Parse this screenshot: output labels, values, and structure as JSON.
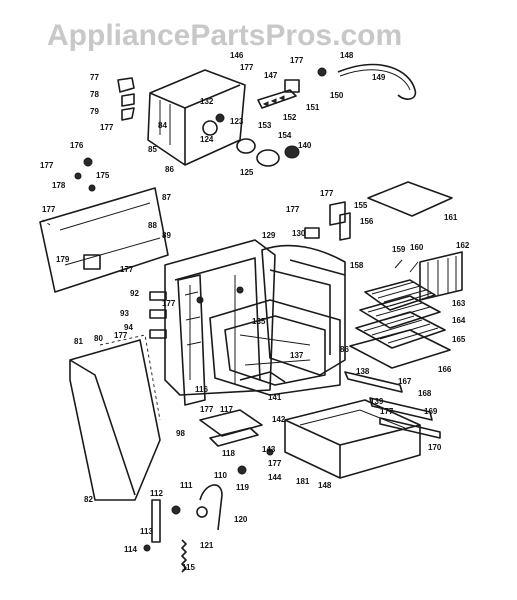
{
  "watermark": "AppliancePartsPros.com",
  "callouts": [
    {
      "id": "c146",
      "text": "146"
    },
    {
      "id": "c177a",
      "text": "177"
    },
    {
      "id": "c177b",
      "text": "177"
    },
    {
      "id": "c148",
      "text": "148"
    },
    {
      "id": "c149",
      "text": "149"
    },
    {
      "id": "c150",
      "text": "150"
    },
    {
      "id": "c147",
      "text": "147"
    },
    {
      "id": "c151",
      "text": "151"
    },
    {
      "id": "c152",
      "text": "152"
    },
    {
      "id": "c77",
      "text": "77"
    },
    {
      "id": "c78",
      "text": "78"
    },
    {
      "id": "c79",
      "text": "79"
    },
    {
      "id": "c177c",
      "text": "177"
    },
    {
      "id": "c84",
      "text": "84"
    },
    {
      "id": "c132",
      "text": "132"
    },
    {
      "id": "c123",
      "text": "123"
    },
    {
      "id": "c124",
      "text": "124"
    },
    {
      "id": "c153",
      "text": "153"
    },
    {
      "id": "c154",
      "text": "154"
    },
    {
      "id": "c85",
      "text": "85"
    },
    {
      "id": "c86",
      "text": "86"
    },
    {
      "id": "c125",
      "text": "125"
    },
    {
      "id": "c140",
      "text": "140"
    },
    {
      "id": "c176",
      "text": "176"
    },
    {
      "id": "c177d",
      "text": "177"
    },
    {
      "id": "c175",
      "text": "175"
    },
    {
      "id": "c178",
      "text": "178"
    },
    {
      "id": "c87",
      "text": "87"
    },
    {
      "id": "c177e",
      "text": "177"
    },
    {
      "id": "c179",
      "text": "179"
    },
    {
      "id": "c88",
      "text": "88"
    },
    {
      "id": "c89",
      "text": "89"
    },
    {
      "id": "c177f",
      "text": "177"
    },
    {
      "id": "c161",
      "text": "161"
    },
    {
      "id": "c177g",
      "text": "177"
    },
    {
      "id": "c155",
      "text": "155"
    },
    {
      "id": "c156",
      "text": "156"
    },
    {
      "id": "c177h",
      "text": "177"
    },
    {
      "id": "c130",
      "text": "130"
    },
    {
      "id": "c129",
      "text": "129"
    },
    {
      "id": "c159",
      "text": "159"
    },
    {
      "id": "c160",
      "text": "160"
    },
    {
      "id": "c162",
      "text": "162"
    },
    {
      "id": "c158",
      "text": "158"
    },
    {
      "id": "c163",
      "text": "163"
    },
    {
      "id": "c164",
      "text": "164"
    },
    {
      "id": "c165",
      "text": "165"
    },
    {
      "id": "c166",
      "text": "166"
    },
    {
      "id": "c92",
      "text": "92"
    },
    {
      "id": "c177i",
      "text": "177"
    },
    {
      "id": "c93",
      "text": "93"
    },
    {
      "id": "c94",
      "text": "94"
    },
    {
      "id": "c177j",
      "text": "177"
    },
    {
      "id": "c81",
      "text": "81"
    },
    {
      "id": "c80",
      "text": "80"
    },
    {
      "id": "c135",
      "text": "135"
    },
    {
      "id": "c137",
      "text": "137"
    },
    {
      "id": "c86b",
      "text": "86"
    },
    {
      "id": "c138",
      "text": "138"
    },
    {
      "id": "c167",
      "text": "167"
    },
    {
      "id": "c116",
      "text": "116"
    },
    {
      "id": "c141",
      "text": "141"
    },
    {
      "id": "c168",
      "text": "168"
    },
    {
      "id": "c177k",
      "text": "177"
    },
    {
      "id": "c117",
      "text": "117"
    },
    {
      "id": "c139",
      "text": "139"
    },
    {
      "id": "c177l",
      "text": "177"
    },
    {
      "id": "c169",
      "text": "169"
    },
    {
      "id": "c142",
      "text": "142"
    },
    {
      "id": "c98",
      "text": "98"
    },
    {
      "id": "c118",
      "text": "118"
    },
    {
      "id": "c143",
      "text": "143"
    },
    {
      "id": "c177m",
      "text": "177"
    },
    {
      "id": "c144",
      "text": "144"
    },
    {
      "id": "c170",
      "text": "170"
    },
    {
      "id": "c181",
      "text": "181"
    },
    {
      "id": "c148b",
      "text": "148"
    },
    {
      "id": "c82",
      "text": "82"
    },
    {
      "id": "c111",
      "text": "111"
    },
    {
      "id": "c110",
      "text": "110"
    },
    {
      "id": "c119",
      "text": "119"
    },
    {
      "id": "c112",
      "text": "112"
    },
    {
      "id": "c113",
      "text": "113"
    },
    {
      "id": "c120",
      "text": "120"
    },
    {
      "id": "c121",
      "text": "121"
    },
    {
      "id": "c114",
      "text": "114"
    },
    {
      "id": "c115",
      "text": "115"
    }
  ]
}
